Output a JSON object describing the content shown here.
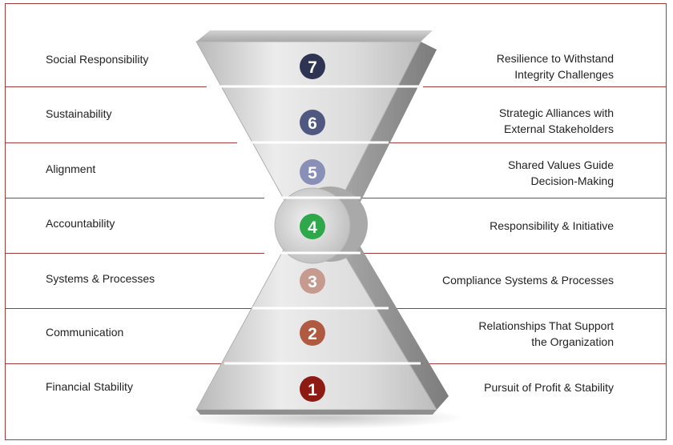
{
  "levels": [
    {
      "number": "7",
      "left_label": "Social Responsibility",
      "right_label": [
        "Resilience to Withstand",
        "Integrity Challenges"
      ],
      "color": "#2f3452"
    },
    {
      "number": "6",
      "left_label": "Sustainability",
      "right_label": [
        "Strategic Alliances with",
        "External Stakeholders"
      ],
      "color": "#4f5880"
    },
    {
      "number": "5",
      "left_label": "Alignment",
      "right_label": [
        "Shared Values Guide",
        "Decision-Making"
      ],
      "color": "#8990b8"
    },
    {
      "number": "4",
      "left_label": "Accountability",
      "right_label": [
        "Responsibility & Initiative"
      ],
      "color": "#2ea84a"
    },
    {
      "number": "3",
      "left_label": "Systems & Processes",
      "right_label": [
        "Compliance Systems & Processes"
      ],
      "color": "#c79a8f"
    },
    {
      "number": "2",
      "left_label": "Communication",
      "right_label": [
        "Relationships That Support",
        "the Organization"
      ],
      "color": "#b05a42"
    },
    {
      "number": "1",
      "left_label": "Financial Stability",
      "right_label": [
        "Pursuit of Profit & Stability"
      ],
      "color": "#8e1a14"
    }
  ],
  "colors": {
    "frame": "#a23b3b",
    "hourglass_light": "#e8e8e8",
    "hourglass_dark": "#9a9a9a"
  }
}
